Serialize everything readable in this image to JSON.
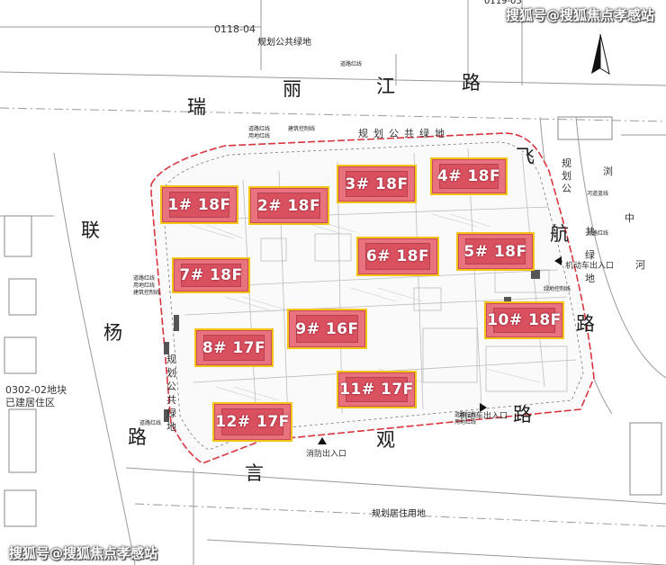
{
  "watermark": {
    "text": "搜狐号@搜狐焦点孝感站"
  },
  "plot_codes": {
    "north_plot": "0118-04",
    "west_plot_code": "0302-02地块",
    "west_plot_desc": "已建居住区",
    "ne_plot": "0119-05"
  },
  "roads": {
    "north_road": [
      "瑞",
      "丽",
      "江",
      "路"
    ],
    "west_road": [
      "联",
      "杨",
      "路"
    ],
    "south_road": [
      "路",
      "言",
      "观",
      "路"
    ],
    "east_road": [
      "飞",
      "航",
      "路"
    ]
  },
  "areas": {
    "north_green": "规划公共绿地",
    "north_inner_green": [
      "规",
      "划",
      "公",
      "共",
      "绿",
      "地"
    ],
    "west_inner_green": [
      "规",
      "划",
      "公",
      "共",
      "绿",
      "地"
    ],
    "east_green": [
      "规",
      "划",
      "公",
      "共",
      "绿",
      "地"
    ],
    "east_river": [
      "浏",
      "中",
      "河"
    ],
    "south_residential": "规划居住用地"
  },
  "entrances": {
    "east_vehicle": "机动车出入口",
    "south_vehicle": "机动车出入口",
    "south_fire": "消防出入口"
  },
  "annotations": {
    "road_red_line": "道路红线",
    "land_red_line": "用地红线",
    "building_line": "建筑控制线",
    "river_line": "河道蓝线",
    "green_line": "绿地控制线"
  },
  "buildings": [
    {
      "id": "b1",
      "label": "1# 18F"
    },
    {
      "id": "b2",
      "label": "2# 18F"
    },
    {
      "id": "b3",
      "label": "3# 18F"
    },
    {
      "id": "b4",
      "label": "4# 18F"
    },
    {
      "id": "b5",
      "label": "5# 18F"
    },
    {
      "id": "b6",
      "label": "6# 18F"
    },
    {
      "id": "b7",
      "label": "7# 18F"
    },
    {
      "id": "b8",
      "label": "8# 17F"
    },
    {
      "id": "b9",
      "label": "9# 16F"
    },
    {
      "id": "b10",
      "label": "10# 18F"
    },
    {
      "id": "b11",
      "label": "11# 17F"
    },
    {
      "id": "b12",
      "label": "12# 17F"
    }
  ],
  "colors": {
    "building_fill": "#e8737f",
    "building_border": "#f2c418",
    "site_boundary": "#d8353f"
  }
}
